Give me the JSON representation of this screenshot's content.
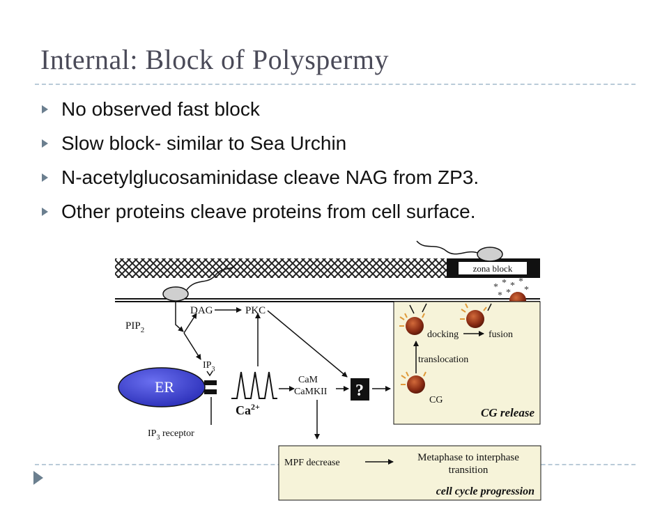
{
  "slide": {
    "title": "Internal: Block of Polyspermy",
    "bullets": [
      "No observed fast block",
      "Slow block- similar to Sea Urchin",
      "N-acetylglucosaminidase cleave NAG from ZP3.",
      "Other proteins cleave proteins from cell surface."
    ]
  },
  "diagram": {
    "zona_block": "zona block",
    "dag": "DAG",
    "pkc": "PKC",
    "pip": "PIP",
    "pip_sub": "2",
    "ip": "IP",
    "ip_sub": "3",
    "er": "ER",
    "ca": "Ca",
    "ca_sup": "2+",
    "cam": "CaM",
    "camkii": "CaMKII",
    "question": "?",
    "docking": "docking",
    "fusion": "fusion",
    "translocation": "translocation",
    "cg": "CG",
    "cg_release": "CG release",
    "ip3_receptor_a": "IP",
    "ip3_receptor_sub": "3",
    "ip3_receptor_b": " receptor",
    "mpf": "MPF decrease",
    "metaphase_1": "Metaphase to interphase",
    "metaphase_2": "transition",
    "cell_cycle": "cell cycle progression"
  }
}
